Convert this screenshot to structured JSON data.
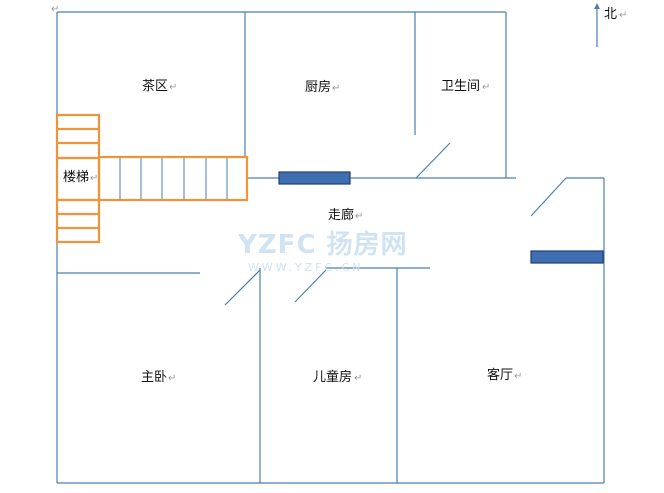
{
  "rooms": {
    "tea": "茶区",
    "kitchen": "厨房",
    "bathroom": "卫生间",
    "stairs": "楼梯",
    "corridor": "走廊",
    "master": "主卧",
    "kids": "儿童房",
    "living": "客厅"
  },
  "compass": {
    "label": "北"
  },
  "watermark": {
    "brand": "YZFC 扬房网",
    "url": "WWW.YZFC.CN"
  },
  "paragraph_mark": "↵",
  "colors": {
    "wall": "#4a7fb0",
    "stairs": "#f0943a",
    "window_fill": "#3f6fb0",
    "window_stroke": "#1f3f70"
  }
}
